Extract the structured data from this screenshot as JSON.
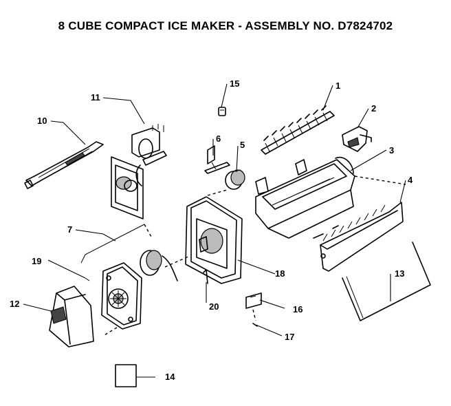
{
  "title": "8 CUBE COMPACT ICE MAKER - ASSEMBLY NO. D7824702",
  "callouts": {
    "c1": "1",
    "c2": "2",
    "c3": "3",
    "c4": "4",
    "c5": "5",
    "c6": "6",
    "c7": "7",
    "c10": "10",
    "c11": "11",
    "c12": "12",
    "c13": "13",
    "c14": "14",
    "c15": "15",
    "c16": "16",
    "c17": "17",
    "c18": "18",
    "c19": "19",
    "c20": "20"
  }
}
